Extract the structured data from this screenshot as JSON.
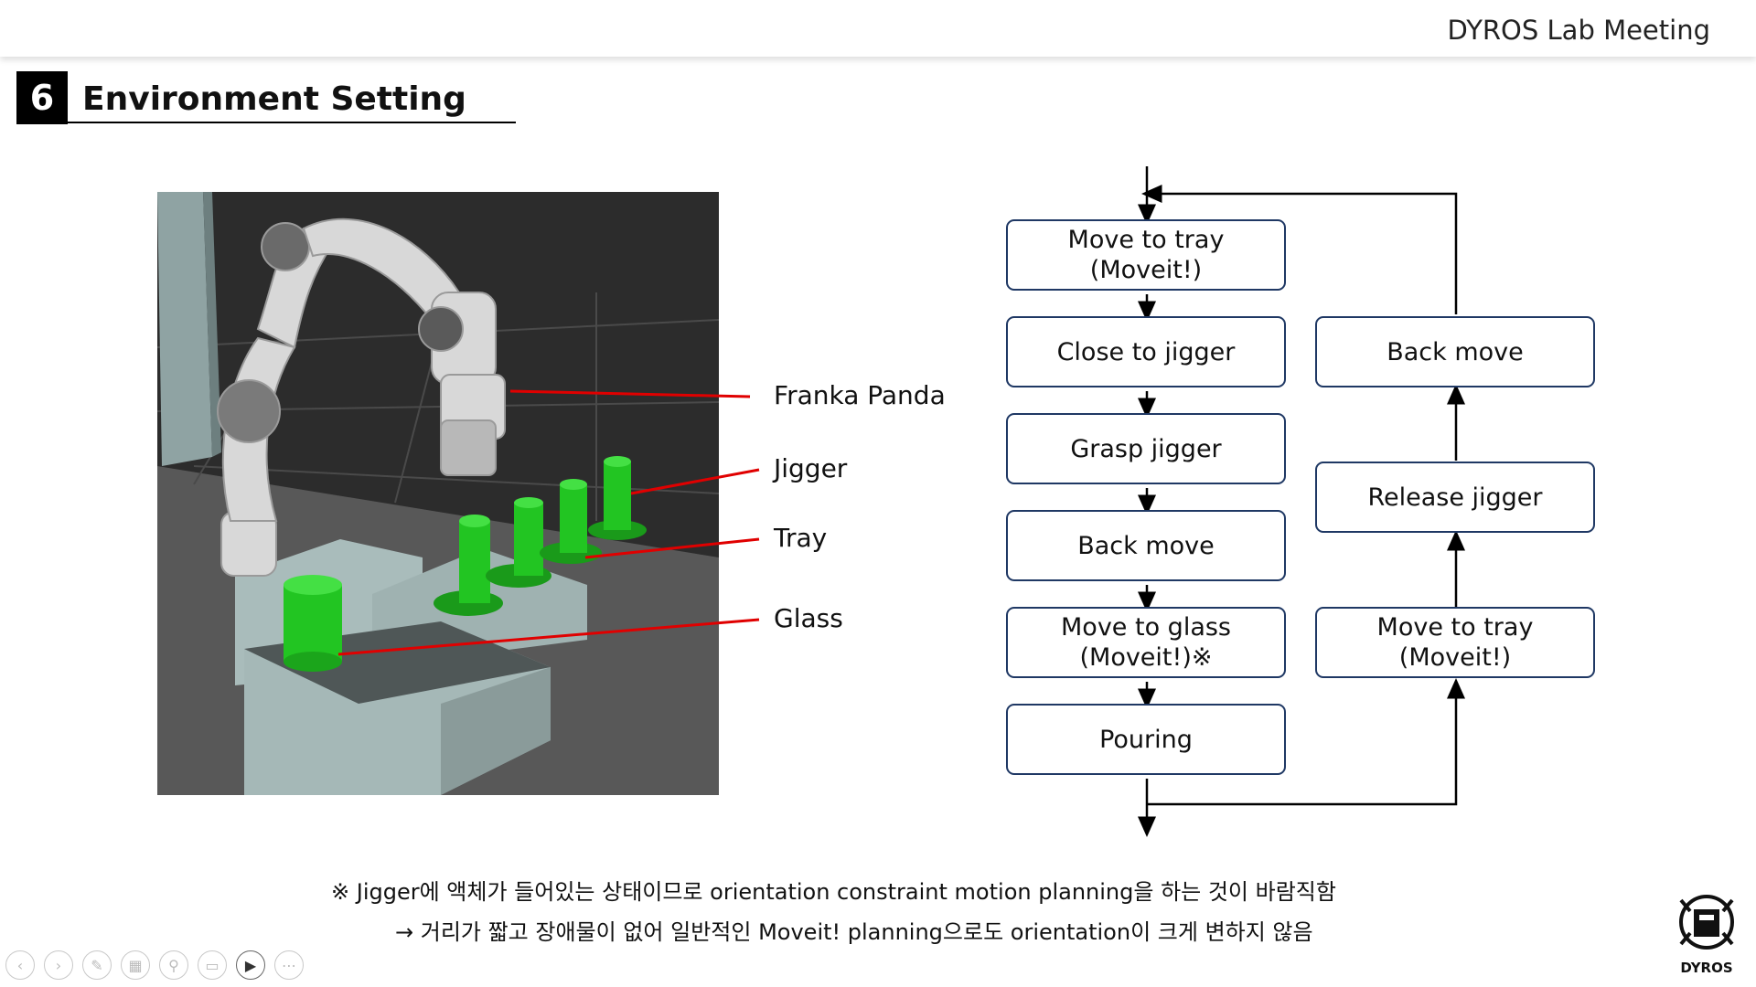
{
  "header": {
    "meeting_label": "DYROS Lab Meeting"
  },
  "section": {
    "number": "6",
    "title": "Environment Setting"
  },
  "robot_image_labels": {
    "franka_panda": "Franka Panda",
    "jigger": "Jigger",
    "tray": "Tray",
    "glass": "Glass"
  },
  "flowchart": {
    "left_column": [
      "Move to tray\n(Moveit!)",
      "Close to jigger",
      "Grasp jigger",
      "Back move",
      "Move to glass\n(Moveit!)※",
      "Pouring"
    ],
    "right_column": [
      "Back move",
      "Release jigger",
      "Move to tray\n(Moveit!)"
    ]
  },
  "notes": {
    "line1": "※ Jigger에 액체가 들어있는 상태이므로 orientation constraint motion planning을 하는 것이 바람직함",
    "line2": "→ 거리가 짧고 장애물이 없어 일반적인 Moveit! planning으로도 orientation이 크게 변하지 않음"
  },
  "logo": {
    "text": "DYROS"
  },
  "toolbar": {
    "icons": [
      "prev-icon",
      "next-icon",
      "pen-icon",
      "slides-icon",
      "zoom-icon",
      "subtitle-icon",
      "camera-icon",
      "more-icon"
    ]
  },
  "colors": {
    "box_border": "#1f3864",
    "leader_line": "#e00000",
    "green_object": "#22c522"
  }
}
